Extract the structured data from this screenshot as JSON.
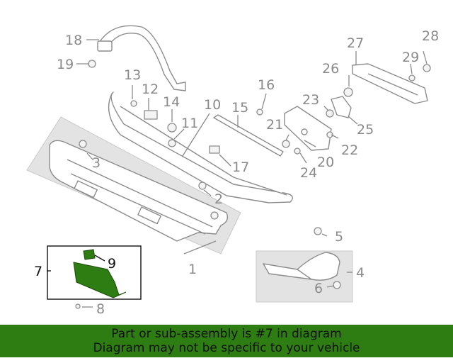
{
  "callouts": [
    {
      "id": "c1",
      "label": "1"
    },
    {
      "id": "c2",
      "label": "2"
    },
    {
      "id": "c3",
      "label": "3"
    },
    {
      "id": "c4",
      "label": "4"
    },
    {
      "id": "c5",
      "label": "5"
    },
    {
      "id": "c6",
      "label": "6"
    },
    {
      "id": "c7",
      "label": "7"
    },
    {
      "id": "c8",
      "label": "8"
    },
    {
      "id": "c9",
      "label": "9"
    },
    {
      "id": "c10",
      "label": "10"
    },
    {
      "id": "c11",
      "label": "11"
    },
    {
      "id": "c12",
      "label": "12"
    },
    {
      "id": "c13",
      "label": "13"
    },
    {
      "id": "c14",
      "label": "14"
    },
    {
      "id": "c15",
      "label": "15"
    },
    {
      "id": "c16",
      "label": "16"
    },
    {
      "id": "c17",
      "label": "17"
    },
    {
      "id": "c18",
      "label": "18"
    },
    {
      "id": "c19",
      "label": "19"
    },
    {
      "id": "c20",
      "label": "20"
    },
    {
      "id": "c21",
      "label": "21"
    },
    {
      "id": "c22",
      "label": "22"
    },
    {
      "id": "c23",
      "label": "23"
    },
    {
      "id": "c24",
      "label": "24"
    },
    {
      "id": "c25",
      "label": "25"
    },
    {
      "id": "c26",
      "label": "26"
    },
    {
      "id": "c27",
      "label": "27"
    },
    {
      "id": "c28",
      "label": "28"
    },
    {
      "id": "c29",
      "label": "29"
    }
  ],
  "highlighted_part": "7",
  "highlight_color": "#2e7d13",
  "banner": {
    "line1": "Part or sub-assembly is #7 in diagram",
    "line2": "Diagram may not be specific to your vehicle",
    "background": "#2e7d13"
  }
}
